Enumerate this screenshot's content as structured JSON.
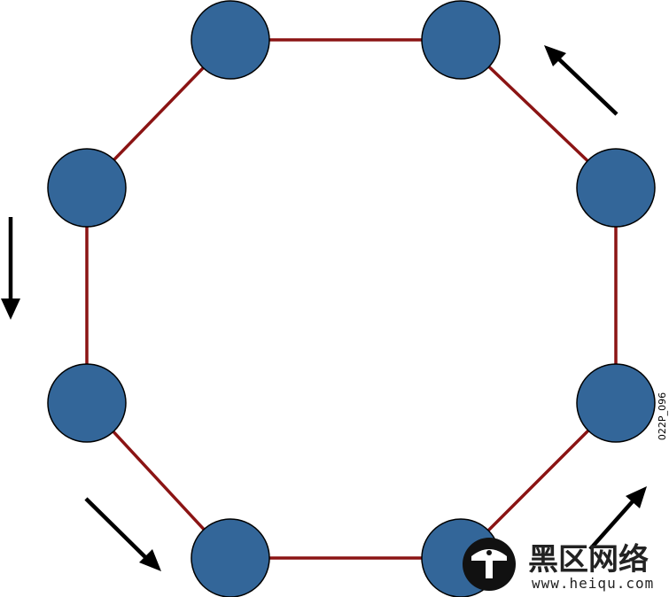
{
  "diagram": {
    "type": "ring-topology",
    "node_count": 8,
    "colors": {
      "node_fill": "#336699",
      "node_stroke": "#000000",
      "link": "#8b1414",
      "arrow": "#000000"
    },
    "flow_direction": "counter-clockwise",
    "figure_id": "022P_096"
  },
  "watermark": {
    "text": "黑区网络",
    "url": "www.heiqu.com"
  }
}
